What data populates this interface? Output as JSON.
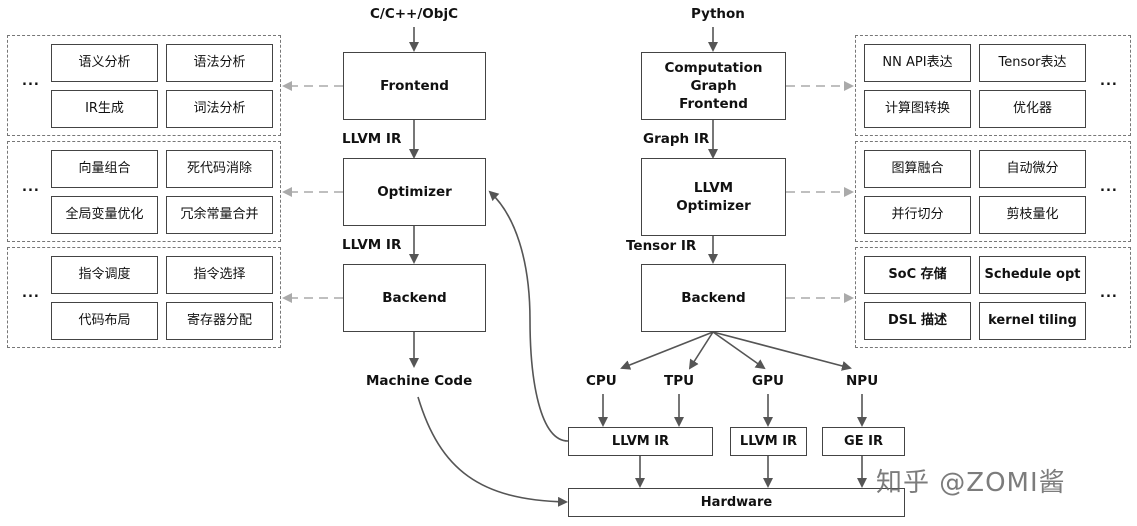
{
  "inputs": {
    "left": "C/C++/ObjC",
    "right": "Python"
  },
  "llvm": {
    "frontend": "Frontend",
    "optimizer": "Optimizer",
    "backend": "Backend",
    "ir1": "LLVM IR",
    "ir2": "LLVM IR",
    "machine_code": "Machine Code"
  },
  "ai": {
    "frontend": "Computation Graph\nFrontend",
    "optimizer": "LLVM\nOptimizer",
    "backend": "Backend",
    "graph_ir": "Graph IR",
    "tensor_ir": "Tensor IR"
  },
  "left_groups": [
    {
      "items": [
        "语义分析",
        "语法分析",
        "IR生成",
        "词法分析"
      ],
      "ellipsis": "..."
    },
    {
      "items": [
        "向量组合",
        "死代码消除",
        "全局变量优化",
        "冗余常量合并"
      ],
      "ellipsis": "..."
    },
    {
      "items": [
        "指令调度",
        "指令选择",
        "代码布局",
        "寄存器分配"
      ],
      "ellipsis": "..."
    }
  ],
  "right_groups": [
    {
      "items": [
        "NN API表达",
        "Tensor表达",
        "计算图转换",
        "优化器"
      ],
      "ellipsis": "..."
    },
    {
      "items": [
        "图算融合",
        "自动微分",
        "并行切分",
        "剪枝量化"
      ],
      "ellipsis": "..."
    },
    {
      "items": [
        "SoC 存储",
        "Schedule opt",
        "DSL 描述",
        "kernel tiling"
      ],
      "ellipsis": "..."
    }
  ],
  "devices": [
    "CPU",
    "TPU",
    "GPU",
    "NPU"
  ],
  "device_irs": [
    "LLVM IR",
    "LLVM IR",
    "GE IR"
  ],
  "hardware": "Hardware",
  "watermark": "知乎 @ZOMI酱"
}
